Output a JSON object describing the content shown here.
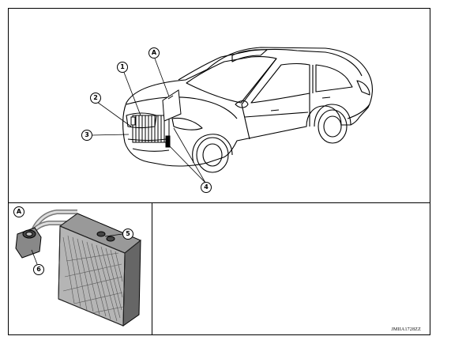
{
  "figure": {
    "ref_code": "JMIIA1728ZZ",
    "top_panel": {
      "callouts": {
        "c1": "1",
        "c2": "2",
        "c3": "3",
        "c4": "4",
        "cA": "A"
      }
    },
    "bottom_left_panel": {
      "label": "A",
      "callouts": {
        "c5": "5",
        "c6": "6"
      }
    }
  }
}
